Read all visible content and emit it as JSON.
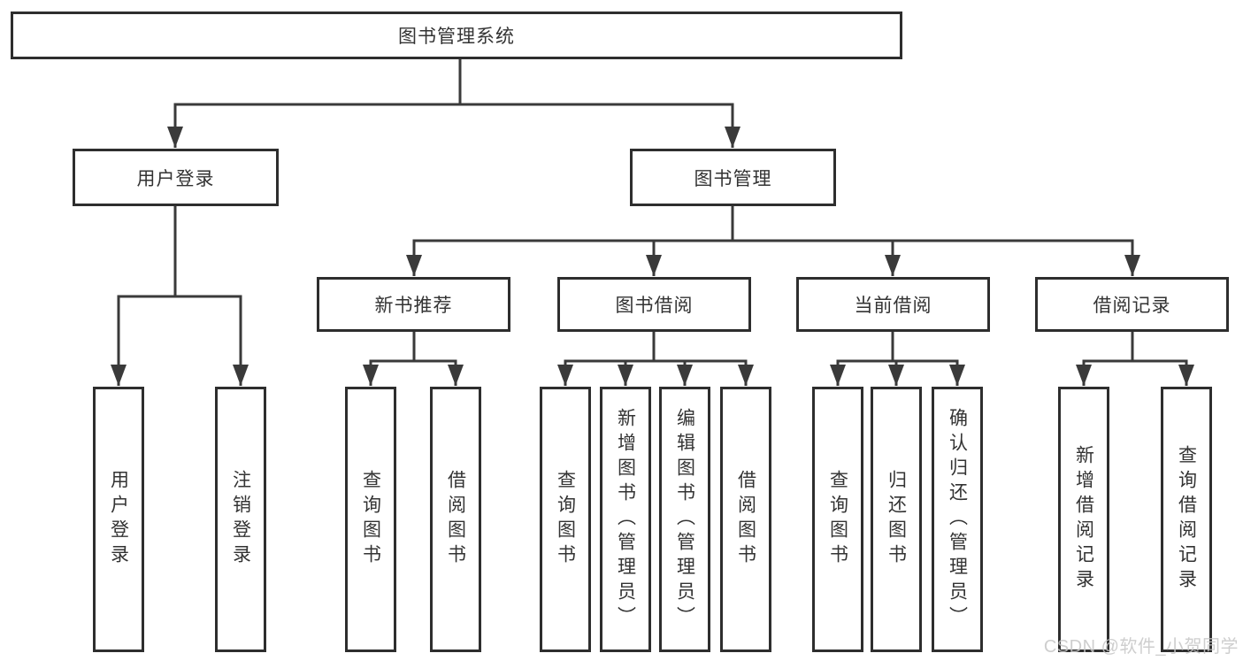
{
  "tree": {
    "root": "图书管理系统",
    "children": [
      {
        "label": "用户登录",
        "children": [
          {
            "label": "用户登录"
          },
          {
            "label": "注销登录"
          }
        ]
      },
      {
        "label": "图书管理",
        "children": [
          {
            "label": "新书推荐",
            "children": [
              {
                "label": "查询图书"
              },
              {
                "label": "借阅图书"
              }
            ]
          },
          {
            "label": "图书借阅",
            "children": [
              {
                "label": "查询图书"
              },
              {
                "label": "新增图书（管理员）"
              },
              {
                "label": "编辑图书（管理员）"
              },
              {
                "label": "借阅图书"
              }
            ]
          },
          {
            "label": "当前借阅",
            "children": [
              {
                "label": "查询图书"
              },
              {
                "label": "归还图书"
              },
              {
                "label": "确认归还（管理员）"
              }
            ]
          },
          {
            "label": "借阅记录",
            "children": [
              {
                "label": "新增借阅记录"
              },
              {
                "label": "查询借阅记录"
              }
            ]
          }
        ]
      }
    ]
  },
  "watermark": {
    "text": "CSDN @软件_小贺同学"
  },
  "colors": {
    "background": "#ffffff",
    "box_border": "#2e2e2e",
    "line": "#3a3a3a",
    "text": "#333333",
    "watermark": "#c6c6c6"
  }
}
